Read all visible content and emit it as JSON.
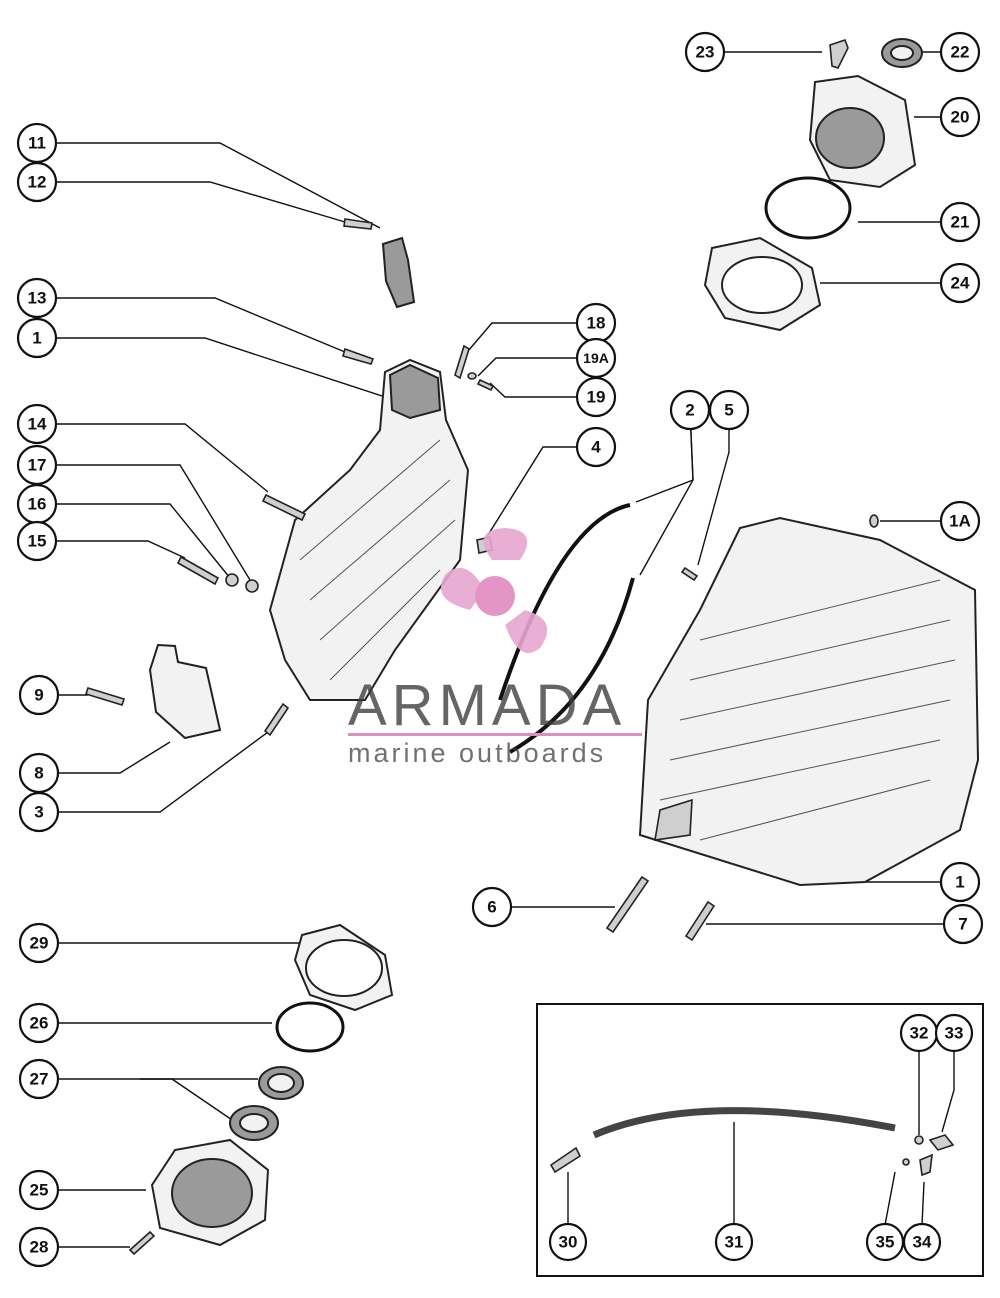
{
  "watermark": {
    "brand": "ARMADA",
    "tagline": "marine outboards",
    "accent_color": "#e7a6cf",
    "logo": "propeller-icon"
  },
  "callouts": [
    {
      "label": "11"
    },
    {
      "label": "12"
    },
    {
      "label": "13"
    },
    {
      "label": "1"
    },
    {
      "label": "14"
    },
    {
      "label": "17"
    },
    {
      "label": "16"
    },
    {
      "label": "15"
    },
    {
      "label": "9"
    },
    {
      "label": "8"
    },
    {
      "label": "3"
    },
    {
      "label": "18"
    },
    {
      "label": "19A"
    },
    {
      "label": "19"
    },
    {
      "label": "4"
    },
    {
      "label": "2"
    },
    {
      "label": "5"
    },
    {
      "label": "1A"
    },
    {
      "label": "1"
    },
    {
      "label": "6"
    },
    {
      "label": "7"
    },
    {
      "label": "23"
    },
    {
      "label": "22"
    },
    {
      "label": "20"
    },
    {
      "label": "21"
    },
    {
      "label": "24"
    },
    {
      "label": "29"
    },
    {
      "label": "26"
    },
    {
      "label": "27"
    },
    {
      "label": "25"
    },
    {
      "label": "28"
    },
    {
      "label": "32"
    },
    {
      "label": "33"
    },
    {
      "label": "30"
    },
    {
      "label": "31"
    },
    {
      "label": "35"
    },
    {
      "label": "34"
    }
  ]
}
